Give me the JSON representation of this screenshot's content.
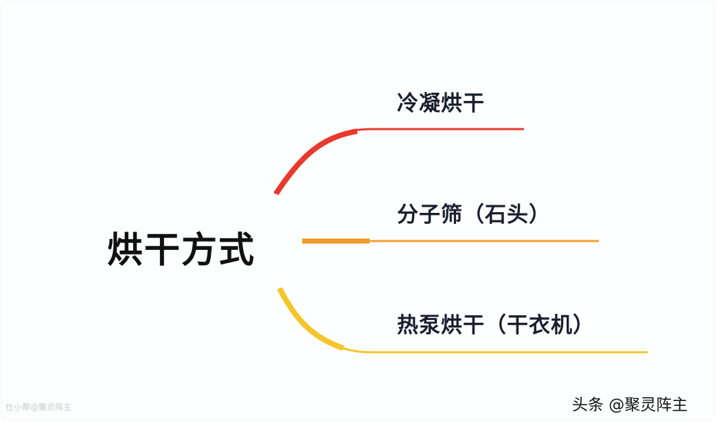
{
  "root": {
    "label": "烘干方式"
  },
  "branches": [
    {
      "label": "冷凝烘干",
      "color": "#e8392c"
    },
    {
      "label": "分子筛（石头）",
      "color": "#f08c1a"
    },
    {
      "label": "热泵烘干（干衣机）",
      "color": "#f5c52a"
    }
  ],
  "watermark": "仕小帮@聚灵阵主",
  "credit": "头条 @聚灵阵主"
}
